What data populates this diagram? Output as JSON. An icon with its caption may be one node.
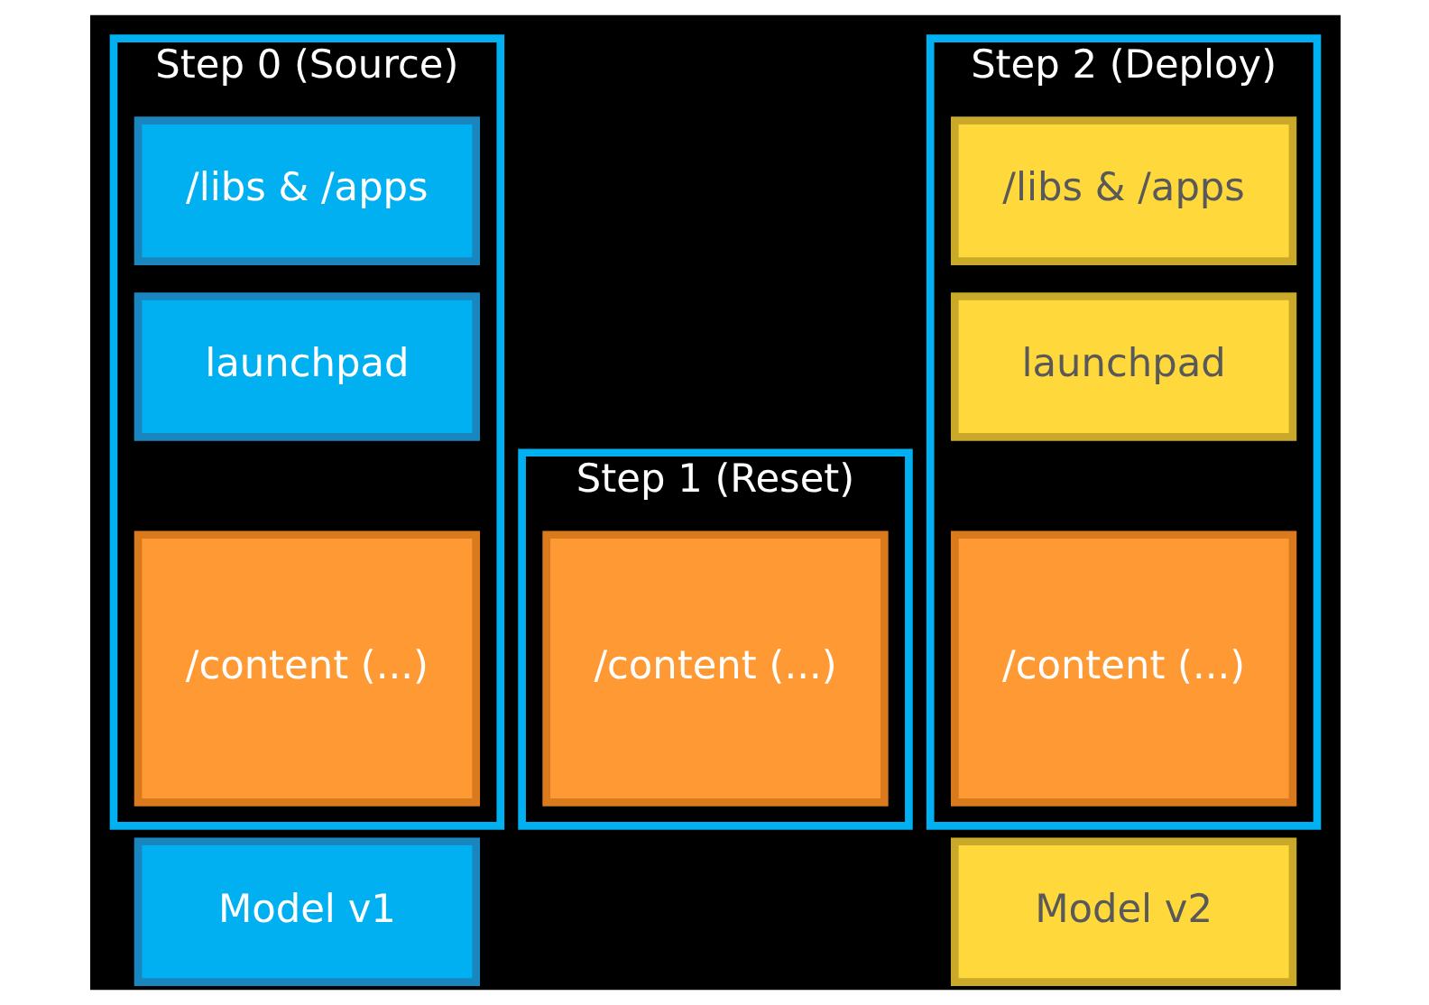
{
  "diagram": {
    "nodes": [
      {
        "text": [
          "Step 0 (Source)"
        ]
      },
      {
        "text": [
          "/libs & /apps"
        ],
        "in": 0
      },
      {
        "text": [
          "launchpad"
        ],
        "in": 0
      },
      {
        "text": [
          "/content (...)"
        ],
        "in": 0
      },
      {
        "text": [
          "Model v1"
        ]
      },
      {
        "text": [
          "Step 1 (Reset)"
        ]
      },
      {
        "text": [
          "/content (...)"
        ],
        "in": 5
      },
      {
        "text": [
          "Step 2 (Deploy)"
        ]
      },
      {
        "text": [
          "/libs & /apps"
        ],
        "in": 7
      },
      {
        "text": [
          "launchpad"
        ],
        "in": 7
      },
      {
        "text": [
          "/content (...)"
        ],
        "in": 7
      },
      {
        "text": [
          "Model v2"
        ]
      }
    ]
  }
}
